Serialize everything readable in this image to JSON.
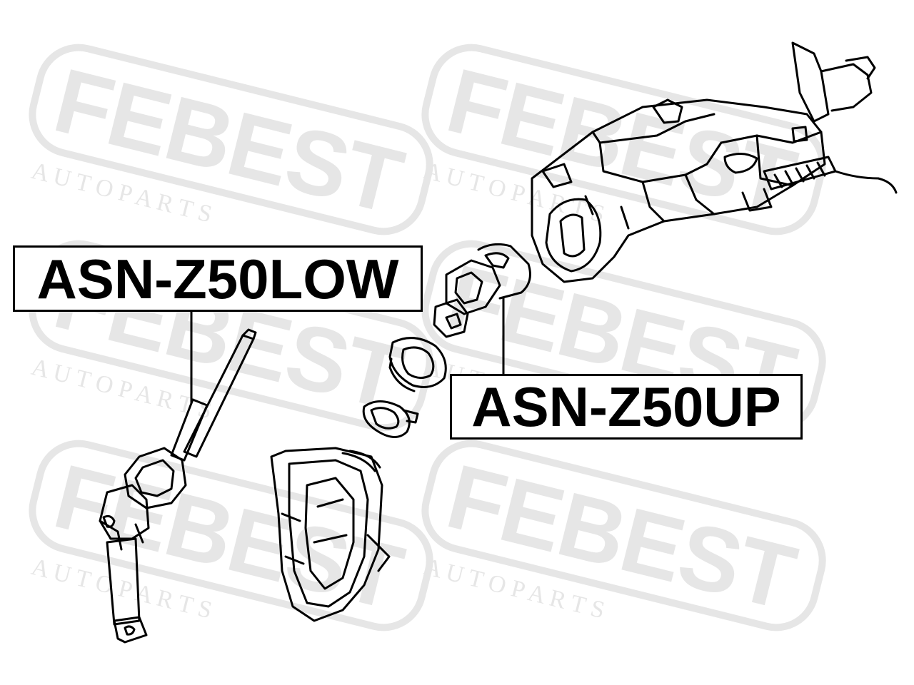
{
  "watermark": {
    "brand": "FEBEST",
    "sub": "A U T O   P A R T S",
    "color": "#e6e6e6"
  },
  "labels": {
    "lower": "ASN-Z50LOW",
    "upper": "ASN-Z50UP"
  },
  "colors": {
    "line": "#000000",
    "background": "#ffffff"
  }
}
